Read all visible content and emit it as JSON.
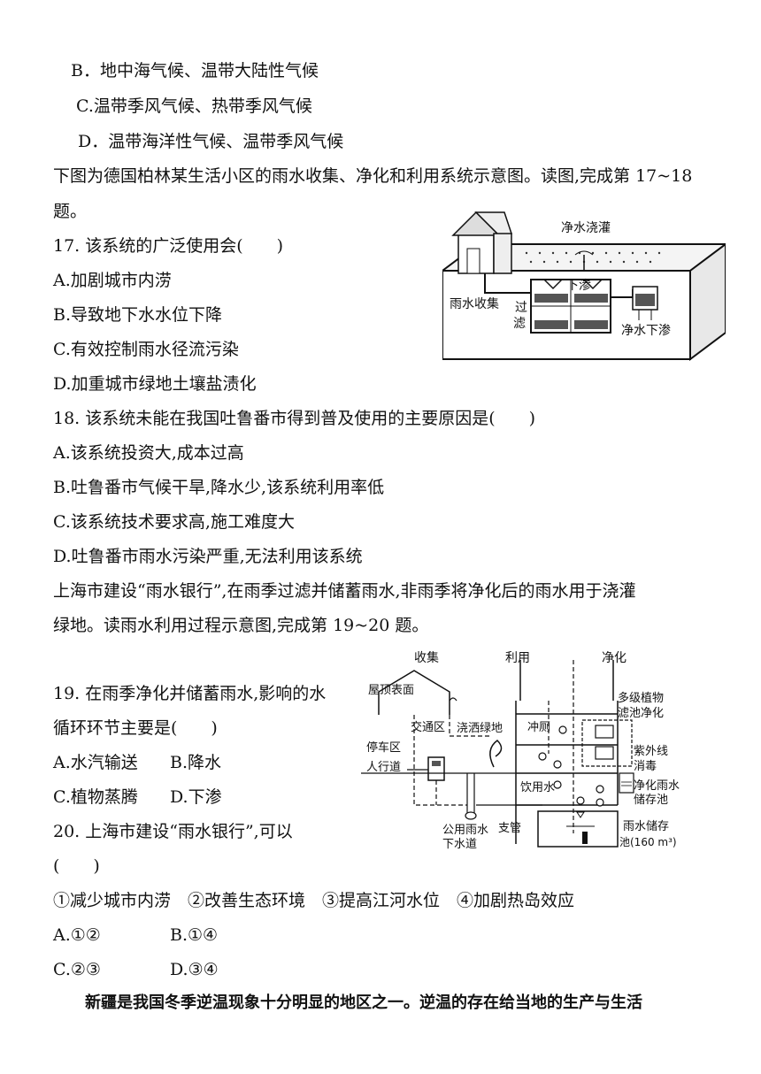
{
  "q16_options": {
    "B": "B．地中海气候、温带大陆性气候",
    "C": "C.温带季风气候、热带季风气候",
    "D": "D．温带海洋性气候、温带季风气候"
  },
  "intro_17_18": {
    "line1": "下图为德国柏林某生活小区的雨水收集、净化和利用系统示意图。读图,完成第 17~18",
    "line2": "题。"
  },
  "q17": {
    "stem": "17. 该系统的广泛使用会(　　)",
    "A": "A.加剧城市内涝",
    "B": "B.导致地下水水位下降",
    "C": "C.有效控制雨水径流污染",
    "D": "D.加重城市绿地土壤盐渍化"
  },
  "fig1": {
    "irrigate": "净水浇灌",
    "seep": "下渗",
    "collect": "雨水收集",
    "filter1": "过",
    "filter2": "滤",
    "clean_seep": "净水下渗"
  },
  "q18": {
    "stem": "18. 该系统未能在我国吐鲁番市得到普及使用的主要原因是(　　)",
    "A": "A.该系统投资大,成本过高",
    "B": "B.吐鲁番市气候干旱,降水少,该系统利用率低",
    "C": "C.该系统技术要求高,施工难度大",
    "D": "D.吐鲁番市雨水污染严重,无法利用该系统"
  },
  "intro_19_20": {
    "line1": "上海市建设“雨水银行”,在雨季过滤并储蓄雨水,非雨季将净化后的雨水用于浇灌",
    "line2": "绿地。读雨水利用过程示意图,完成第 19~20 题。"
  },
  "fig2": {
    "h_collect": "收集",
    "h_use": "利用",
    "h_purify": "净化",
    "roof": "屋顶表面",
    "traffic": "交通区",
    "parking": "停车区",
    "sidewalk": "人行道",
    "watering": "浇洒绿地",
    "toilet": "冲厕",
    "drinking": "饮用水",
    "plant1": "多级植物",
    "plant2": "滤池净化",
    "uv1": "紫外线",
    "uv2": "消毒",
    "store1": "净化雨水",
    "store2": "储存池",
    "sewer1": "公用雨水",
    "sewer2": "下水道",
    "branch": "支管",
    "tank1": "雨水储存",
    "tank2": "池(160 m³)"
  },
  "q19": {
    "stem1": "19. 在雨季净化并储蓄雨水,影响的水",
    "stem2": "循环环节主要是(　　)",
    "A": "A.水汽输送",
    "B": "B.降水",
    "C": "C.植物蒸腾",
    "D": "D.下渗"
  },
  "q20": {
    "stem1": "20. 上海市建设“雨水银行”,可以",
    "stem2": "(　　)",
    "items": "①减少城市内涝　②改善生态环境　③提高江河水位　④加剧热岛效应",
    "A": "A.①②",
    "B": "B.①④",
    "C": "C.②③",
    "D": "D.③④"
  },
  "footer_line": "新疆是我国冬季逆温现象十分明显的地区之一。逆温的存在给当地的生产与生活"
}
